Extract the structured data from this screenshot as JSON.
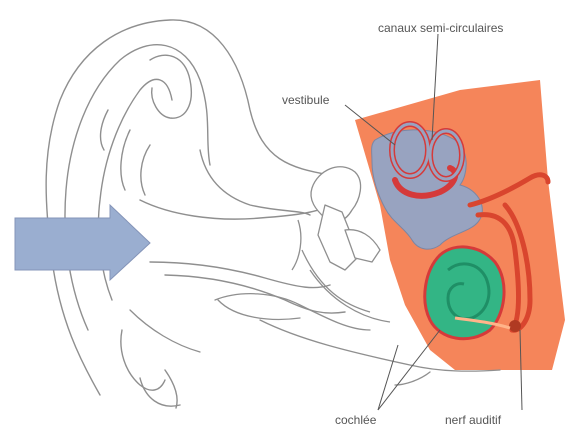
{
  "labels": {
    "semicircular_canals": "canaux semi-circulaires",
    "vestibule": "vestibule",
    "cochlea": "cochlée",
    "auditory_nerve": "nerf auditif"
  },
  "colors": {
    "inner_ear_region": "#f5855a",
    "vestibule_fill": "#98a3c0",
    "canal_outline": "#d53a3a",
    "cochlea_fill": "#33b585",
    "cochlea_dark": "#1f8f66",
    "arrow_fill": "#9aaed0",
    "nerve": "#e0553a",
    "ear_outline": "#8f8f8f"
  }
}
